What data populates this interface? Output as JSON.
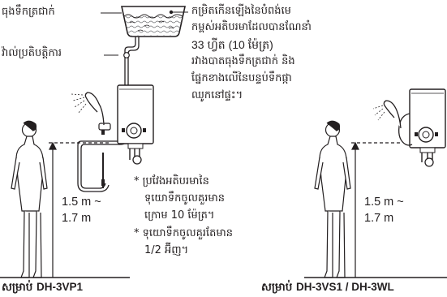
{
  "labels": {
    "water_tank": "ធុងទឹកត្រជាក់",
    "stop_valve": "វ៉ាល់ប្រតិបត្តិការ",
    "note_line1": "កម្រិតកើនឡើងនៃបំពង់មេ",
    "note_line2": "កម្ពស់អតិបរមាដែលបានណែនាំ",
    "note_line3": "33 ហ្វីត (10 ម៉ែត្រ)",
    "note_line4": "រវាងបាតធុងទឹកត្រជាក់ និង",
    "note_line5": "ផ្នែកខាងលើនៃបន្ទប់ទឹកផ្កា",
    "note_line6": "ឈូកនៅផ្ទះ។"
  },
  "pressure_notes": {
    "line1": "* ប្រវែងអតិបរមានៃ",
    "line2": "ទុយោទឹកចូលគួរមាន",
    "line3": "ក្រោម 10 ម៉ែត្រ។",
    "line4": "* ទុយោទឹកចូលគួរតែមាន",
    "line5": "1/2 អ៊ីញ។"
  },
  "measurements": {
    "left_min": "1.5 m ~",
    "left_max": "1.7 m",
    "right_min": "1.5 m ~",
    "right_max": "1.7 m"
  },
  "captions": {
    "left_prefix": "សម្រាប់",
    "left_model": "DH-3VP1",
    "right_prefix": "សម្រាប់",
    "right_model": "DH-3VS1 / DH-3WL"
  },
  "colors": {
    "ink": "#231f20",
    "gray": "#6d6e71",
    "light": "#bcbec0"
  }
}
